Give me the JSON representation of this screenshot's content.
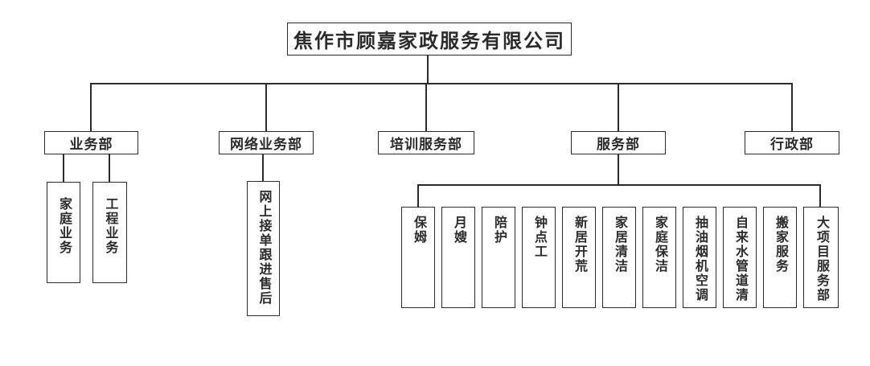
{
  "title": "焦作市顾嘉家政服务有限公司",
  "departments": [
    {
      "label": "业务部",
      "children": [
        "家庭业务",
        "工程业务"
      ]
    },
    {
      "label": "网络业务部",
      "children": [
        "网上接单跟进售后"
      ]
    },
    {
      "label": "培训服务部",
      "children": []
    },
    {
      "label": "服务部",
      "children": [
        "保姆",
        "月嫂",
        "陪护",
        "钟点工",
        "新居开荒",
        "家居清洁",
        "家庭保洁",
        "抽油烟机空调",
        "自来水管道清",
        "搬家服务",
        "大项目服务部"
      ]
    },
    {
      "label": "行政部",
      "children": []
    }
  ],
  "colors": {
    "text": "#2b2b2b",
    "box_border": "#2b2b2b",
    "connector": "#2b2b2b",
    "background": "#ffffff"
  }
}
